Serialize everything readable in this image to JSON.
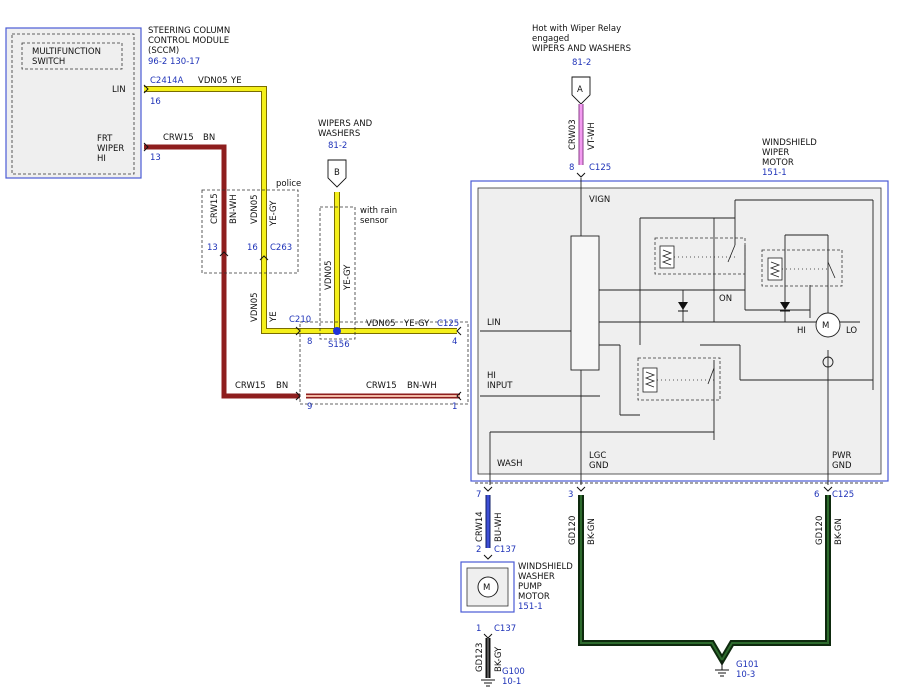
{
  "sccm": {
    "title_lines": [
      "STEERING COLUMN",
      "CONTROL MODULE",
      "(SCCM)"
    ],
    "refs": "96-2     130-17",
    "switch_lines": [
      "MULTIFUNCTION",
      "SWITCH"
    ],
    "lin_label": "LIN",
    "frt_lines": [
      "FRT",
      "WIPER",
      "HI"
    ]
  },
  "connectors": {
    "c2414a": "C2414A",
    "c263": "C263",
    "c210": "C210",
    "c125_top": "C125",
    "c125_mid": "C125",
    "c125_bot": "C125",
    "c137_top": "C137",
    "c137_bot": "C137"
  },
  "pins": {
    "p16_sccm": "16",
    "p13_sccm": "13",
    "p13_c263": "13",
    "p16_c263": "16",
    "p8_c210": "8",
    "p9_c210": "9",
    "p4_c125": "4",
    "p1_c125": "1",
    "p8_c125": "8",
    "p7_c125": "7",
    "p3_c125": "3",
    "p6_c125": "6",
    "p2_c137": "2",
    "p1_c137": "1"
  },
  "wires": {
    "vdn05": "VDN05",
    "ye": "YE",
    "crw15": "CRW15",
    "bn": "BN",
    "bn_wh": "BN-WH",
    "ye_gy": "YE-GY",
    "crw03": "CRW03",
    "vt_wh": "VT-WH",
    "crw14": "CRW14",
    "bu_wh": "BU-WH",
    "gd120": "GD120",
    "bk_gn": "BK-GN",
    "gd123": "GD123",
    "bk_gy": "BK-GY"
  },
  "police": "police",
  "wipers_washers_b": {
    "lines": [
      "WIPERS AND",
      "WASHERS"
    ],
    "ref": "81-2",
    "letter": "B"
  },
  "rain_sensor": [
    "with rain",
    "sensor"
  ],
  "splice": "S156",
  "hot_relay": {
    "lines": [
      "Hot with Wiper Relay",
      "engaged",
      "WIPERS AND WASHERS"
    ],
    "ref": "81-2",
    "letter": "A"
  },
  "motor": {
    "title_lines": [
      "WINDSHIELD",
      "WIPER",
      "MOTOR"
    ],
    "ref": "151-1",
    "vign": "VIGN",
    "lin": "LIN",
    "hi_input": [
      "HI",
      "INPUT"
    ],
    "wash": "WASH",
    "lgc_gnd": [
      "LGC",
      "GND"
    ],
    "pwr_gnd": [
      "PWR",
      "GND"
    ],
    "on": "ON",
    "hi": "HI",
    "lo": "LO",
    "m": "M"
  },
  "pump": {
    "title_lines": [
      "WINDSHIELD",
      "WASHER",
      "PUMP",
      "MOTOR"
    ],
    "ref": "151-1",
    "m": "M"
  },
  "grounds": {
    "g100": "G100",
    "g100_ref": "10-1",
    "g101": "G101",
    "g101_ref": "10-3"
  }
}
